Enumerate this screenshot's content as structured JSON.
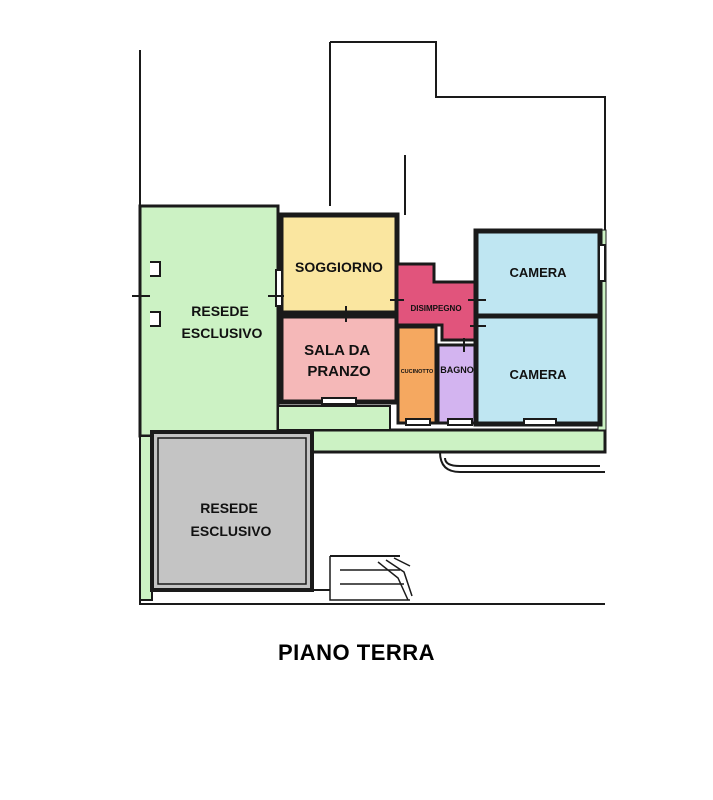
{
  "plan": {
    "title": "PIANO TERRA",
    "rooms": {
      "resede_top": [
        "RESEDE",
        "ESCLUSIVO"
      ],
      "soggiorno": [
        "SOGGIORNO"
      ],
      "sala_da_pranzo": [
        "SALA DA",
        "PRANZO"
      ],
      "disimpegno": [
        "DISIMPEGNO"
      ],
      "cucinotto": [
        "CUCINOTTO"
      ],
      "bagno": [
        "BAGNO"
      ],
      "camera_top": [
        "CAMERA"
      ],
      "camera_bottom": [
        "CAMERA"
      ],
      "resede_bottom": [
        "RESEDE",
        "ESCLUSIVO"
      ]
    },
    "colors": {
      "garden": "#ccf2c4",
      "paved": "#c4c4c4",
      "soggiorno": "#fae6a0",
      "sala_da_pranzo": "#f5b8b8",
      "disimpegno": "#e1547c",
      "cucinotto": "#f5a860",
      "bagno": "#d3b4f0",
      "camera": "#bfe6f2",
      "wall": "#1a1a1a"
    }
  }
}
